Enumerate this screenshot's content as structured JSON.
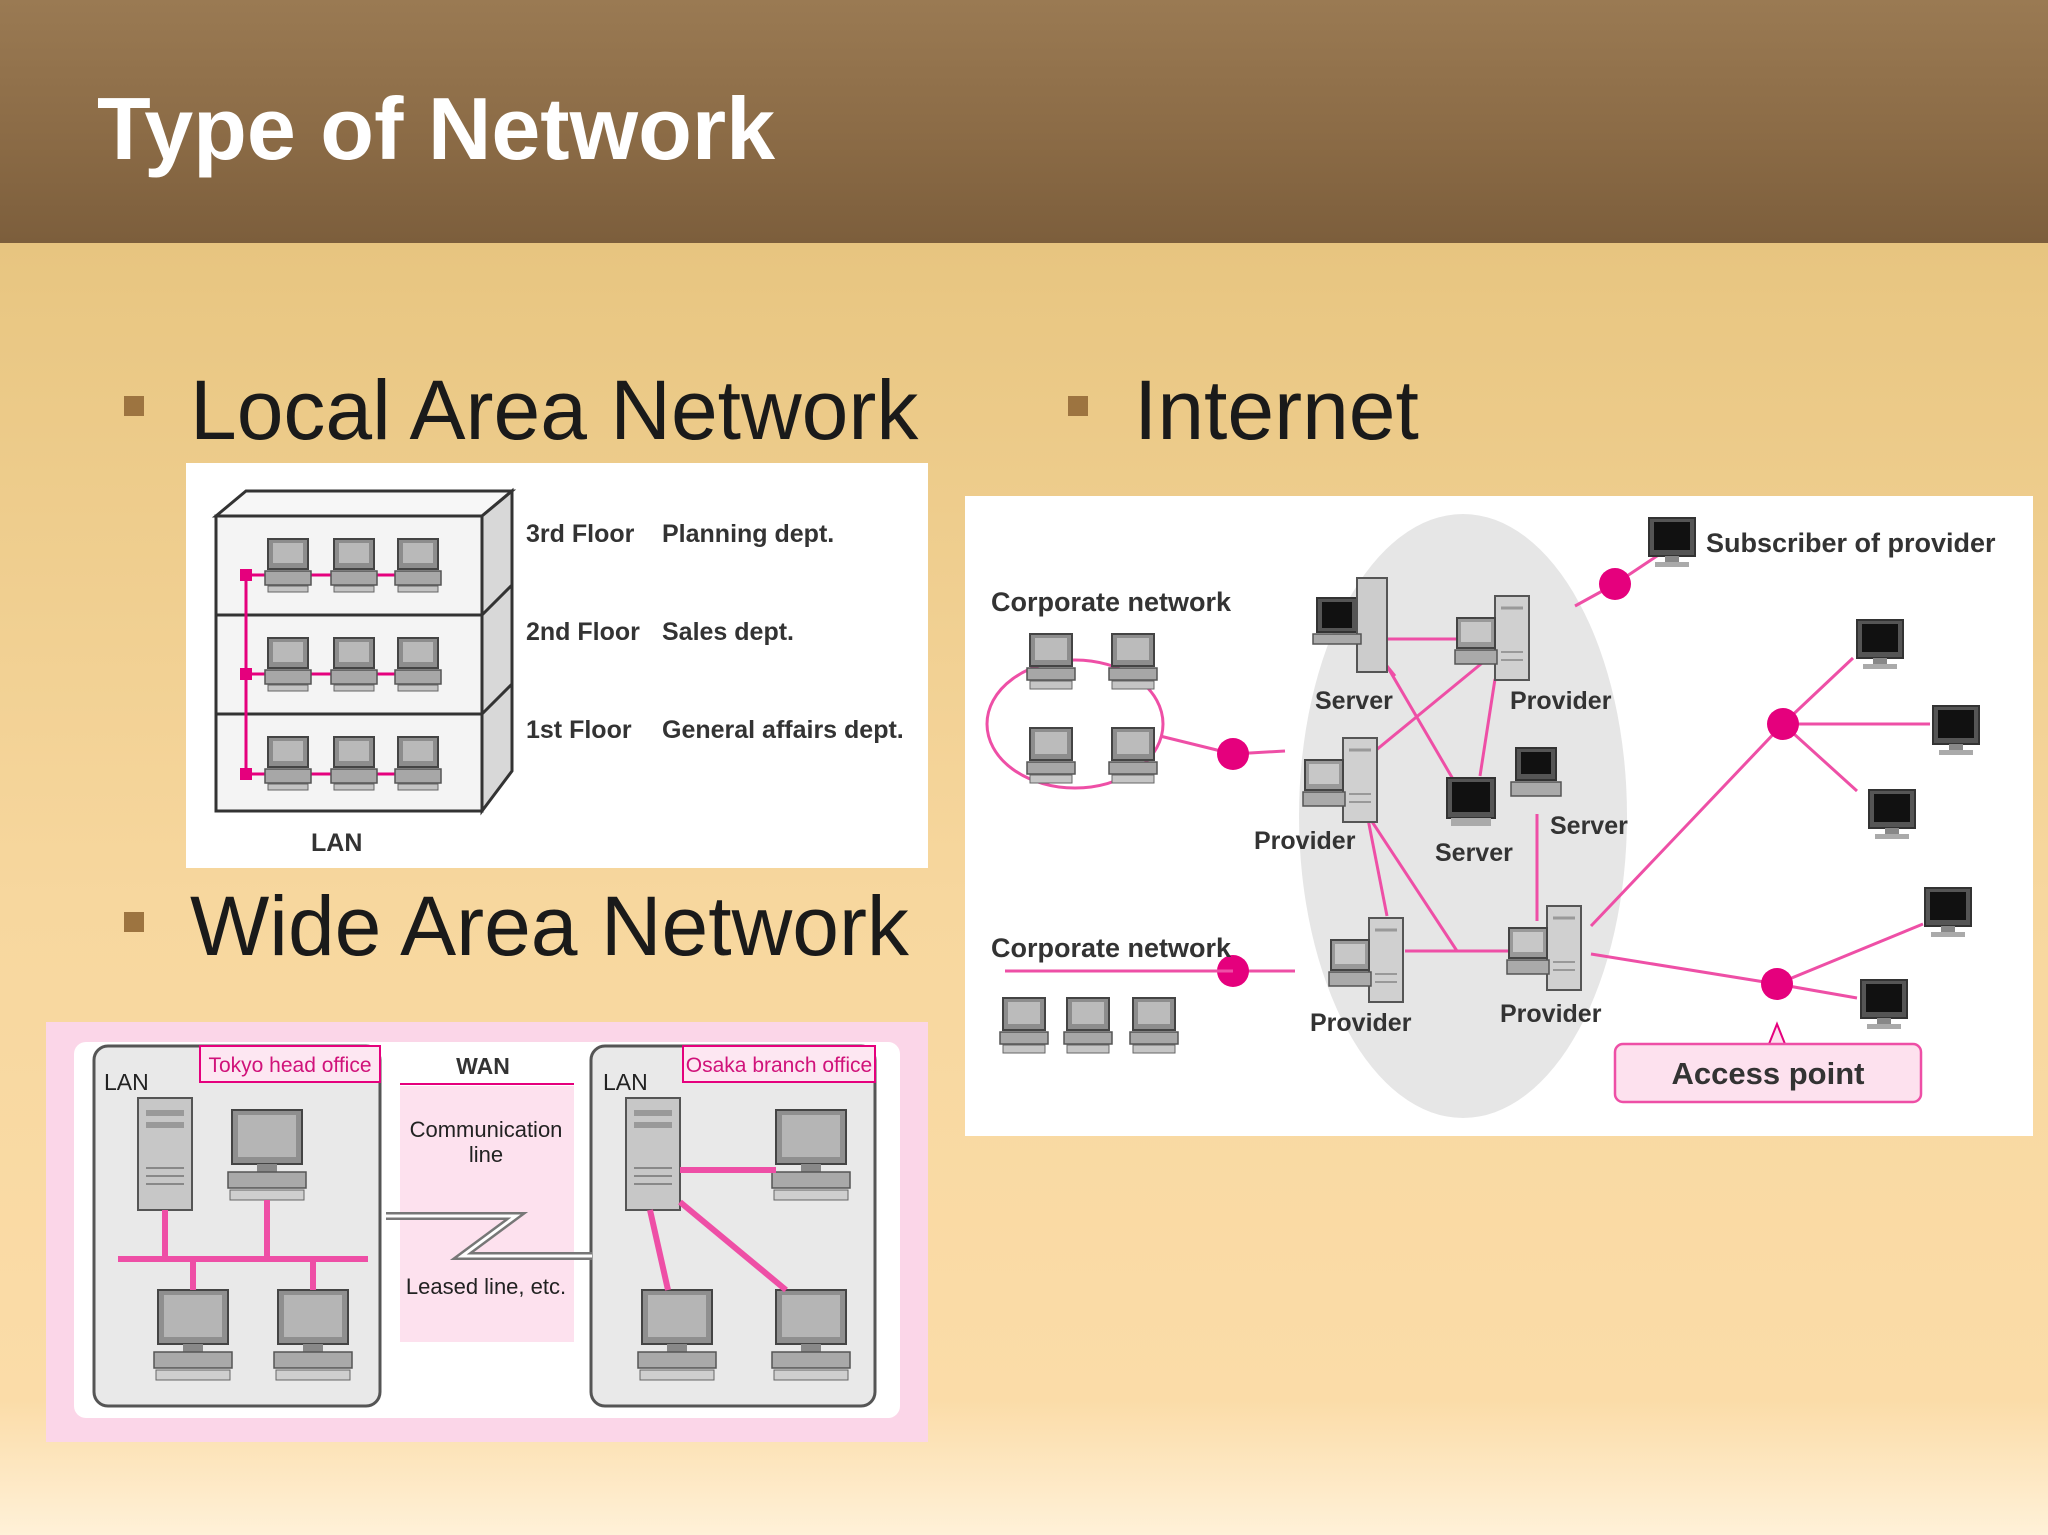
{
  "slide": {
    "title": "Type of Network",
    "colors": {
      "header": "#8a6a45",
      "bullet": "#9d7440",
      "accent": "#e5007d"
    }
  },
  "sections": {
    "lan_heading": "Local Area Network",
    "wan_heading": "Wide Area Network",
    "internet_heading": "Internet"
  },
  "lan_diagram": {
    "floors": [
      {
        "floor": "3rd Floor",
        "dept": "Planning dept."
      },
      {
        "floor": "2nd Floor",
        "dept": "Sales dept."
      },
      {
        "floor": "1st Floor",
        "dept": "General affairs dept."
      }
    ],
    "caption": "LAN"
  },
  "wan_diagram": {
    "left_lan": "LAN",
    "left_office": "Tokyo head office",
    "wan_label": "WAN",
    "communication_line": [
      "Communication",
      "line"
    ],
    "leased_line": "Leased line, etc.",
    "right_lan": "LAN",
    "right_office": "Osaka branch office"
  },
  "internet_diagram": {
    "corporate_network_top": "Corporate network",
    "corporate_network_bottom": "Corporate network",
    "subscriber": "Subscriber of provider",
    "server_top": "Server",
    "provider_top": "Provider",
    "provider_mid": "Provider",
    "server_center": "Server",
    "server_right": "Server",
    "provider_bottom_left": "Provider",
    "provider_bottom_right": "Provider",
    "access_point": "Access point"
  }
}
